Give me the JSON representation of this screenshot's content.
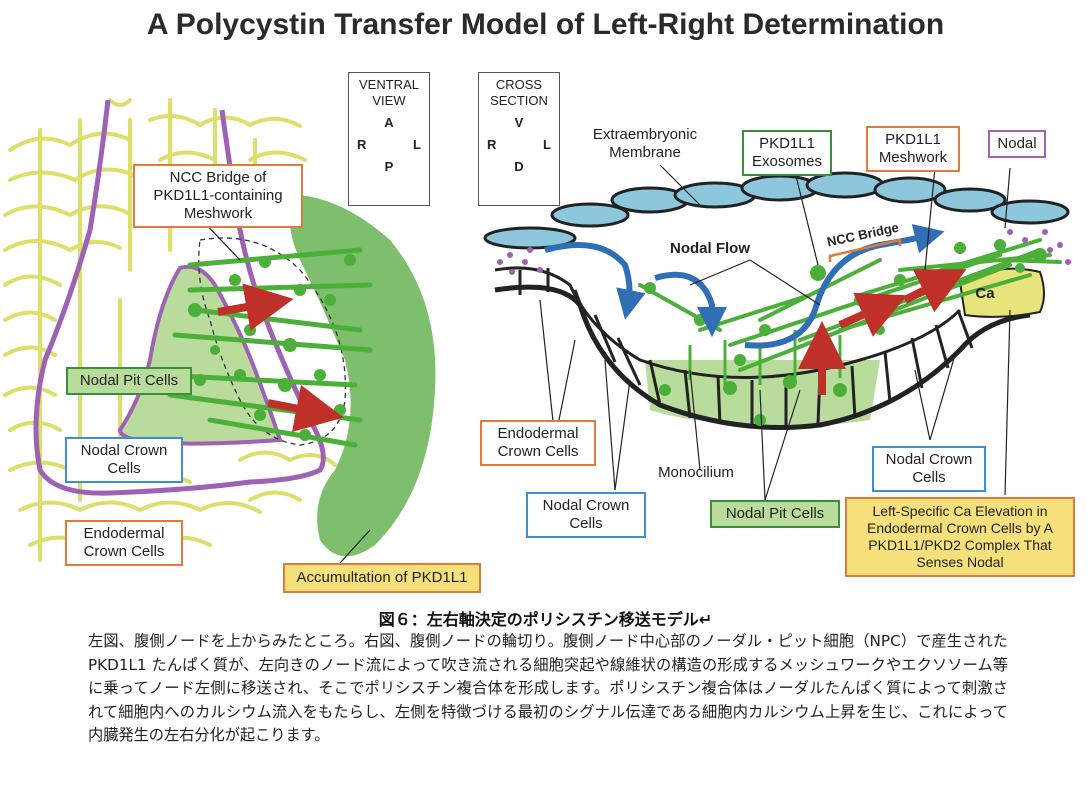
{
  "title": "A Polycystin Transfer Model of Left-Right Determination",
  "ventral_view": {
    "label_line1": "VENTRAL",
    "label_line2": "VIEW",
    "top": "A",
    "bottom": "P",
    "left": "R",
    "right": "L"
  },
  "cross_section": {
    "label_line1": "CROSS",
    "label_line2": "SECTION",
    "top": "V",
    "bottom": "D",
    "left": "R",
    "right": "L"
  },
  "left_panel": {
    "ncc_bridge": "NCC Bridge of PKD1L1-containing Meshwork",
    "nodal_pit_cells": "Nodal Pit Cells",
    "nodal_crown_cells": "Nodal Crown Cells",
    "endodermal_crown_cells": "Endodermal Crown Cells",
    "accumulation": "Accumultation of PKD1L1"
  },
  "right_panel": {
    "extraembryonic": "Extraembryonic Membrane",
    "exosomes": "PKD1L1 Exosomes",
    "meshwork": "PKD1L1 Meshwork",
    "nodal": "Nodal",
    "nodal_flow": "Nodal Flow",
    "ncc_bridge": "NCC Bridge",
    "ca": "Ca",
    "endodermal_crown_cells": "Endodermal Crown Cells",
    "monocilium": "Monocilium",
    "nodal_crown_cells_a": "Nodal Crown Cells",
    "nodal_crown_cells_b": "Nodal Crown Cells",
    "nodal_pit_cells": "Nodal Pit Cells",
    "ca_elevation": "Left-Specific Ca Elevation in Endodermal Crown Cells by A PKD1L1/PKD2 Complex That Senses Nodal"
  },
  "colors": {
    "yellow_cells": "#dede6a",
    "purple_outline": "#9d62b3",
    "green_accum": "#6fb85c",
    "pit_green": "#b9dc9c",
    "fiber_green": "#4caf3a",
    "arrow_red": "#c0302a",
    "flow_blue": "#2f6fb5",
    "membrane_blue": "#8cc7dc"
  },
  "caption": {
    "title": "図６：左右軸決定のポリシスチン移送モデル↵",
    "body": "左図、腹側ノードを上からみたところ。右図、腹側ノードの輪切り。腹側ノード中心部のノーダル・ピット細胞（NPC）で産生された PKD1L1 たんぱく質が、左向きのノード流によって吹き流される細胞突起や線維状の構造の形成するメッシュワークやエクソソーム等に乗ってノード左側に移送され、そこでポリシスチン複合体を形成します。ポリシスチン複合体はノーダルたんぱく質によって刺激されて細胞内へのカルシウム流入をもたらし、左側を特徴づける最初のシグナル伝達である細胞内カルシウム上昇を生じ、これによって内臓発生の左右分化が起こります。"
  }
}
